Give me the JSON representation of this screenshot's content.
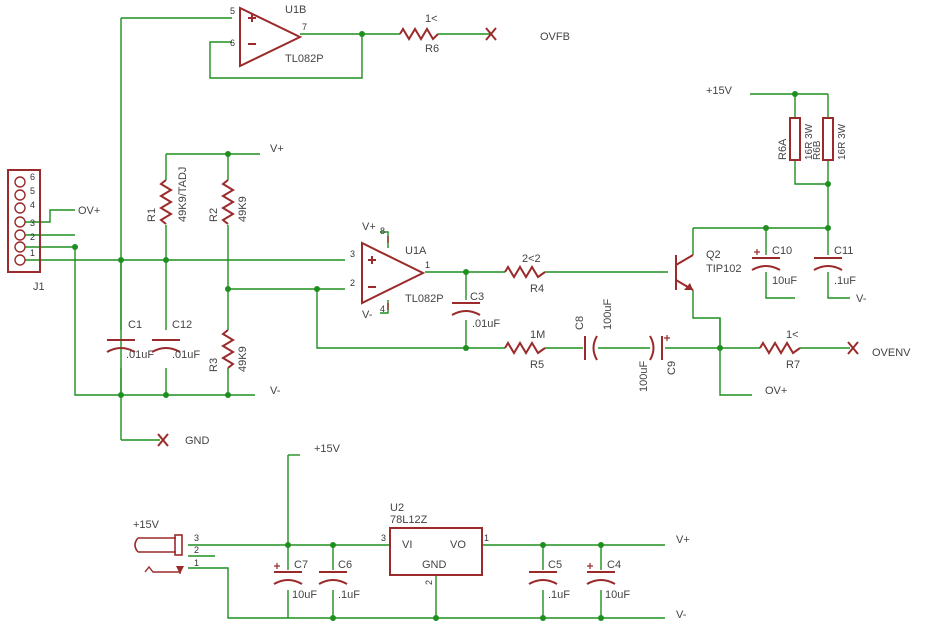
{
  "labels": {
    "u1b": "U1B",
    "u1b_part": "TL082P",
    "u1a": "U1A",
    "u1a_part": "TL082P",
    "u1a_vplus": "V+",
    "u1a_vminus": "V-",
    "r6_val": "1<",
    "r6": "R6",
    "ovfb": "OVFB",
    "vplus_top": "V+",
    "vminus_mid": "V-",
    "gnd": "GND",
    "r1": "R1",
    "r1_val": "49K9/TADJ",
    "r2": "R2",
    "r2_val": "49K9",
    "r3": "R3",
    "r3_val": "49K9",
    "c1": "C1",
    "c1_val": ".01uF",
    "c12": "C12",
    "c12_val": ".01uF",
    "c3": "C3",
    "c3_val": ".01uF",
    "r4_val": "2<2",
    "r4": "R4",
    "r5_val": "1M",
    "r5": "R5",
    "c8": "C8",
    "c8_val": "100uF",
    "c9": "C9",
    "c9_val": "100uF",
    "r7_val": "1<",
    "r7": "R7",
    "ovenv": "OVENV",
    "ovplus_bottom": "OV+",
    "q2": "Q2",
    "q2_part": "TIP102",
    "c10": "C10",
    "c10_val": "10uF",
    "c11": "C11",
    "c11_val": ".1uF",
    "vminus_c11": "V-",
    "plus15_top": "+15V",
    "r6a": "R6A",
    "r6a_val": "16R 3W",
    "r6b": "R6B",
    "r6b_val": "16R 3W",
    "j1": "J1",
    "j1_ovplus": "OV+",
    "j1_pins": [
      "6",
      "5",
      "4",
      "3",
      "2",
      "1"
    ],
    "plus15_reg": "+15V",
    "plus15_jack": "+15V",
    "u2": "U2",
    "u2_part": "78L12Z",
    "u2_vi": "VI",
    "u2_vo": "VO",
    "u2_gnd": "GND",
    "c7": "C7",
    "c7_val": "10uF",
    "c6": "C6",
    "c6_val": ".1uF",
    "c5": "C5",
    "c5_val": ".1uF",
    "c4": "C4",
    "c4_val": "10uF",
    "vplus_reg": "V+",
    "vminus_reg": "V-",
    "pin5": "5",
    "pin6": "6",
    "pin7": "7",
    "pin3": "3",
    "pin2": "2",
    "pin1": "1",
    "pin8": "8",
    "pin4": "4",
    "jack3": "3",
    "jack2": "2",
    "jack1": "1",
    "u2_pin3": "3",
    "u2_pin1": "1",
    "u2_pin2": "2"
  },
  "colors": {
    "wire": "#1f8f1f",
    "component": "#9b2a2a",
    "text": "#444444"
  }
}
